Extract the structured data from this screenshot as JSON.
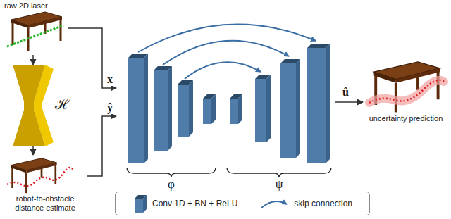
{
  "diagram": {
    "nodes": [
      {
        "text": [
          "raw 2D laser"
        ]
      },
      {
        "text": [
          "ℋ"
        ]
      },
      {
        "text": [
          "robot-to-obstacle distance estimate"
        ]
      },
      {
        "text": [
          "φ",
          "ψ"
        ]
      },
      {
        "text": [
          "uncertainty prediction"
        ]
      }
    ],
    "edges": [
      {
        "from": 0,
        "to": 1,
        "arrow": "to"
      },
      {
        "from": 1,
        "to": 2,
        "arrow": "to"
      },
      {
        "from": 0,
        "to": 3,
        "label": "x",
        "arrow": "to"
      },
      {
        "from": 2,
        "to": 3,
        "label": "ŷ",
        "arrow": "to"
      },
      {
        "from": 3,
        "to": 4,
        "label": "û",
        "arrow": "to"
      }
    ],
    "legend": [
      {
        "text": "Conv 1D + BN + ReLU",
        "color": "#4f7ca8"
      },
      {
        "text": "skip connection"
      }
    ]
  }
}
